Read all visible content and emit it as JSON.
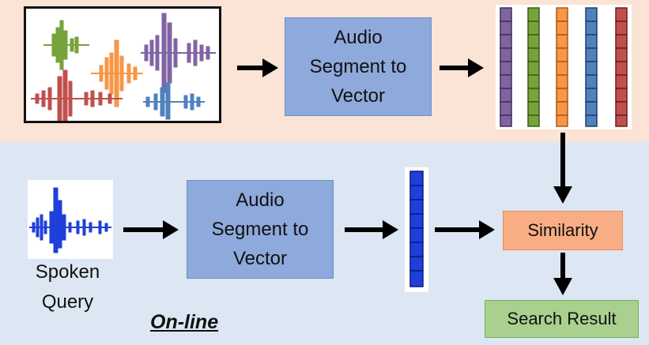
{
  "process_top": {
    "line1": "Audio",
    "line2": "Segment to",
    "line3": "Vector"
  },
  "process_bottom": {
    "line1": "Audio",
    "line2": "Segment to",
    "line3": "Vector"
  },
  "similarity_label": "Similarity",
  "result_label": "Search Result",
  "query_label": {
    "line1": "Spoken",
    "line2": "Query"
  },
  "online_label": "On-line",
  "colors": {
    "top_band": "#fbe3d6",
    "bottom_band": "#dce7f3",
    "process_box": "#8ea9db",
    "similarity_box": "#f8ad84",
    "result_box": "#a9d08e",
    "vector_colors": [
      "#8064a2",
      "#77a33a",
      "#f79646",
      "#4f81bd",
      "#c0504d"
    ],
    "query_vector": "#1f3fdb"
  }
}
